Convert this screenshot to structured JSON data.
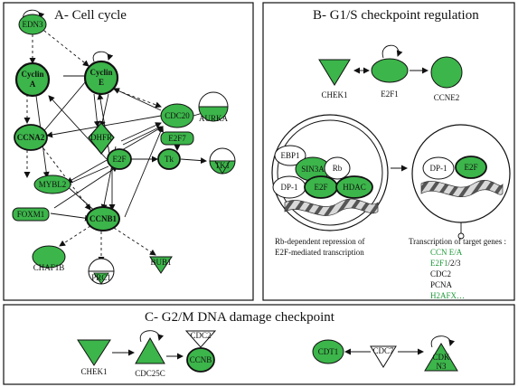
{
  "panels": {
    "a_title": "A- Cell cycle",
    "b_title": "B- G1/S checkpoint regulation",
    "c_title": "C- G2/M DNA damage checkpoint"
  },
  "nodes_a": {
    "edn3": "EDN3",
    "cyclin_a_1": "Cyclin",
    "cyclin_a_2": "A",
    "cyclin_e_1": "Cyclin",
    "cyclin_e_2": "E",
    "ccna2": "CCNA2",
    "cdc20": "CDC20",
    "aurka": "AURKA",
    "dhfr": "DHFR",
    "e2f7": "E2F7",
    "mybl2": "MYBL2",
    "e2f": "E2F",
    "tk": "Tk",
    "tk1": "TK1",
    "foxm1": "FOXM1",
    "ccnb1": "CCNB1",
    "chaf1b": "CHAF1B",
    "prc1": "PRC1",
    "bub1": "BUB1"
  },
  "nodes_b": {
    "chek1": "CHEK1",
    "e2f1": "E2F1",
    "ccne2": "CCNE2",
    "ebp1": "EBP1",
    "sin3a": "SIN3A",
    "rb": "Rb",
    "dp1_left": "DP-1",
    "e2f_left": "E2F",
    "hdac": "HDAC",
    "dp1_right": "DP-1",
    "e2f_right": "E2F",
    "caption_left_1": "Rb-dependent repression of",
    "caption_left_2": "E2F-mediated transcription",
    "caption_right": "Transcription of target genes :",
    "targets": {
      "ccn": "CCN E/A",
      "e2f1_green": "E2F1",
      "e2f_rest": "/2/3",
      "cdc2": "CDC2",
      "pcna": "PCNA",
      "h2afx": "H2AFX…"
    }
  },
  "nodes_c": {
    "chek1": "CHEK1",
    "cdc25c": "CDC25C",
    "cdc2": "CDC2",
    "ccnb": "CCNB",
    "cdt1": "CDT1",
    "cdc7": "CDC7",
    "cdkn3_1": "CDK",
    "cdkn3_2": "N3"
  },
  "colors": {
    "green": "#3cb54a",
    "dark_green": "#1f7a2e",
    "text_green": "#1f9a3a",
    "stroke": "#111111"
  }
}
